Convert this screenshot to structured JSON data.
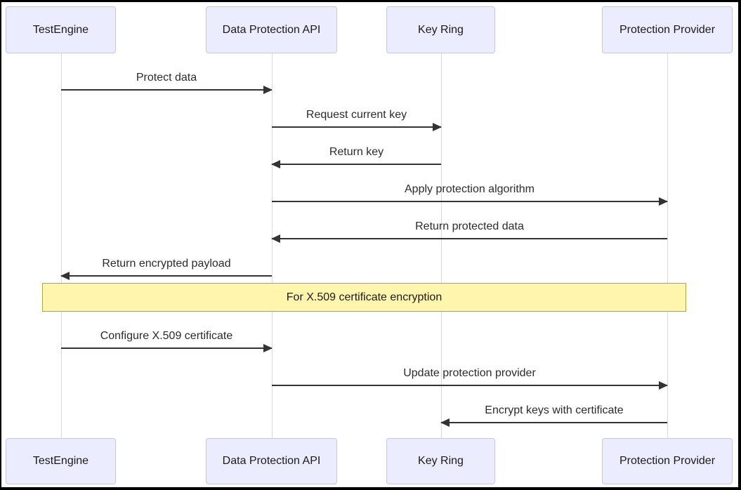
{
  "diagram": {
    "type": "sequence-diagram",
    "participants": [
      {
        "id": "testengine",
        "label": "TestEngine"
      },
      {
        "id": "dpapi",
        "label": "Data Protection API"
      },
      {
        "id": "keyring",
        "label": "Key Ring"
      },
      {
        "id": "provider",
        "label": "Protection Provider"
      }
    ],
    "messages": [
      {
        "label": "Protect data",
        "from": "TestEngine",
        "to": "Data Protection API",
        "line": "solid",
        "arrow": "filled"
      },
      {
        "label": "Request current key",
        "from": "Data Protection API",
        "to": "Key Ring",
        "line": "solid",
        "arrow": "filled"
      },
      {
        "label": "Return key",
        "from": "Key Ring",
        "to": "Data Protection API",
        "line": "solid",
        "arrow": "filled"
      },
      {
        "label": "Apply protection algorithm",
        "from": "Data Protection API",
        "to": "Protection Provider",
        "line": "solid",
        "arrow": "filled"
      },
      {
        "label": "Return protected data",
        "from": "Protection Provider",
        "to": "Data Protection API",
        "line": "solid",
        "arrow": "filled"
      },
      {
        "label": "Return encrypted payload",
        "from": "Data Protection API",
        "to": "TestEngine",
        "line": "solid",
        "arrow": "filled"
      },
      {
        "label": "Configure X.509 certificate",
        "from": "TestEngine",
        "to": "Data Protection API",
        "line": "solid",
        "arrow": "filled"
      },
      {
        "label": "Update protection provider",
        "from": "Data Protection API",
        "to": "Protection Provider",
        "line": "solid",
        "arrow": "filled"
      },
      {
        "label": "Encrypt keys with certificate",
        "from": "Protection Provider",
        "to": "Key Ring",
        "line": "solid",
        "arrow": "filled"
      }
    ],
    "note": {
      "label": "For X.509 certificate encryption",
      "position": "over all participants"
    },
    "colors": {
      "actor_fill": "#ECECFF",
      "actor_border": "#c5c5e8",
      "lifeline": "#d8d5ee",
      "message_line": "#333333",
      "note_fill": "#fff5ad",
      "note_border": "#aaaa33",
      "background": "#ffffff",
      "frame_border": "#000000"
    }
  }
}
